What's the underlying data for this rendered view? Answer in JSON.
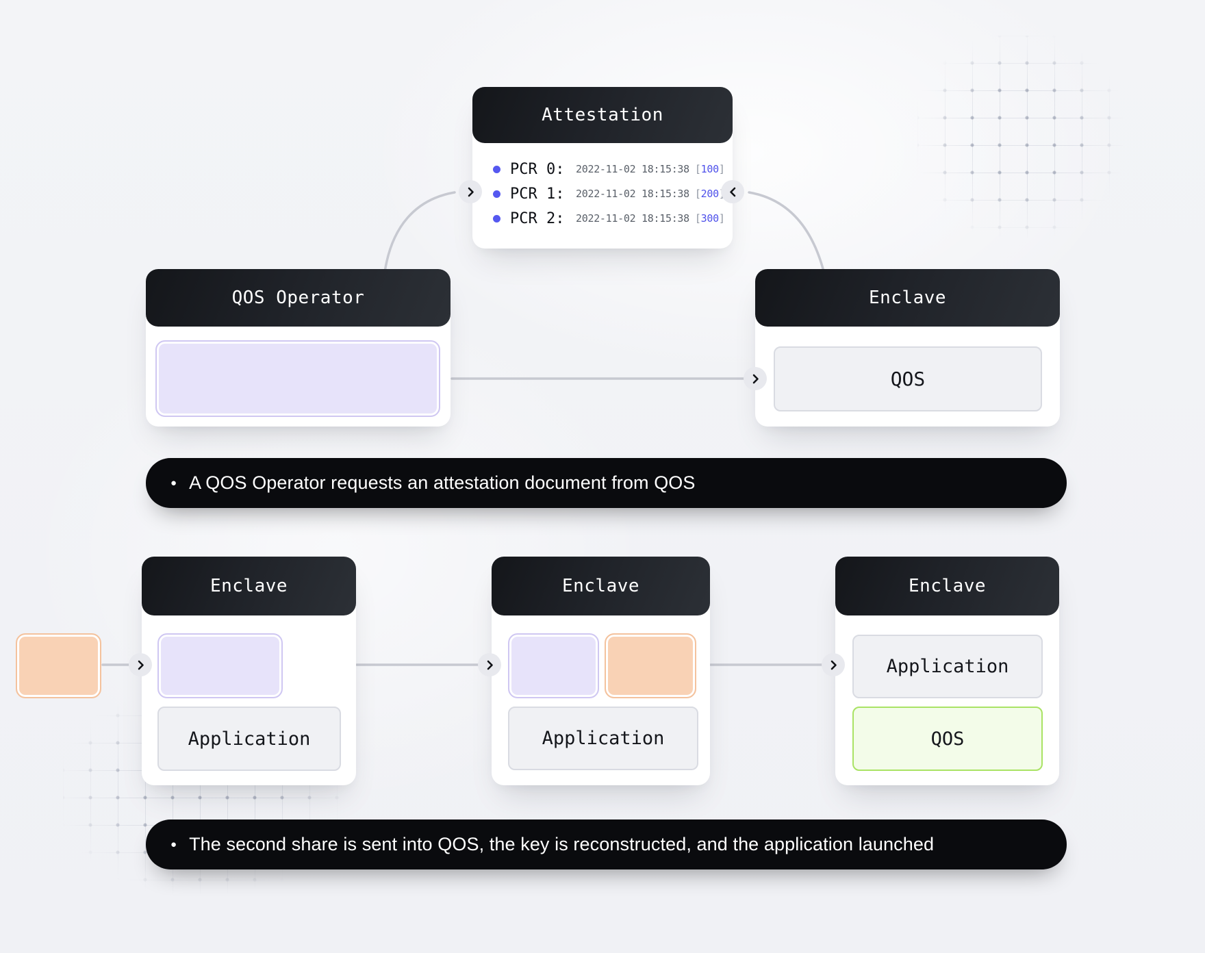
{
  "attestation_card": {
    "title": "Attestation",
    "bracket_open": "[",
    "bracket_close": "]",
    "pcr_rows": [
      {
        "label": "PCR 0:",
        "timestamp": "2022-11-02 18:15:38",
        "value": "100"
      },
      {
        "label": "PCR 1:",
        "timestamp": "2022-11-02 18:15:38",
        "value": "200"
      },
      {
        "label": "PCR 2:",
        "timestamp": "2022-11-02 18:15:38",
        "value": "300"
      }
    ]
  },
  "qos_operator_card": {
    "title": "QOS Operator"
  },
  "enclave_card_top": {
    "title": "Enclave",
    "qos_box": "QOS"
  },
  "step_banner_1": {
    "text": "A QOS Operator requests an attestation document from QOS"
  },
  "enclave_card_1": {
    "title": "Enclave",
    "app_box": "Application"
  },
  "enclave_card_2": {
    "title": "Enclave",
    "app_box": "Application"
  },
  "enclave_card_3": {
    "title": "Enclave",
    "app_box": "Application",
    "qos_box": "QOS"
  },
  "step_banner_2": {
    "text": "The second share is sent into QOS, the key is reconstructed, and the application launched"
  },
  "icons": {
    "step_bullet": "●",
    "pcr_bullet": "●",
    "chevron_right": "›",
    "chevron_left": "‹"
  },
  "colors": {
    "accent_indigo": "#4d50ea",
    "lavender_fill": "#e7e3fa",
    "peach_fill": "#f9d2b5",
    "green_fill": "#f3fce9",
    "green_border": "#a9e364",
    "header_dark": "#1f2228",
    "banner_black": "#0a0b0e",
    "connector_gray": "#c7c9d1"
  }
}
